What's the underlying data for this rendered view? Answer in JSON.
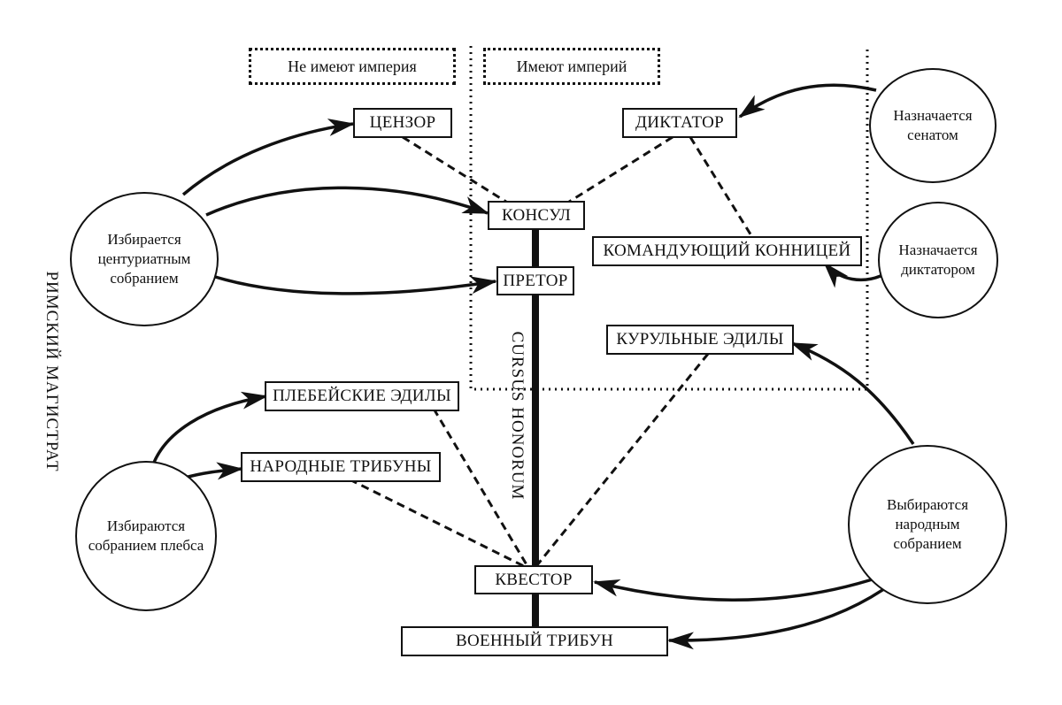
{
  "side_label": "РИМСКИЙ  МАГИСТРАТ",
  "cursus_label": "CURSUS HONORUM",
  "groups": {
    "no_imperium": "Не имеют империя",
    "imperium": "Имеют империй"
  },
  "offices": {
    "censor": "ЦЕНЗОР",
    "dictator": "ДИКТАТОР",
    "consul": "КОНСУЛ",
    "praetor": "ПРЕТОР",
    "magister_equitum": "КОМАНДУЮЩИЙ КОННИЦЕЙ",
    "curule_aediles": "КУРУЛЬНЫЕ ЭДИЛЫ",
    "plebeian_aediles": "ПЛЕБЕЙСКИЕ ЭДИЛЫ",
    "tribunes_plebs": "НАРОДНЫЕ ТРИБУНЫ",
    "quaestor": "КВЕСТОР",
    "military_tribune": "ВОЕННЫЙ ТРИБУН"
  },
  "electors": {
    "centuriate": "Избирается центуриатным собранием",
    "senate": "Назначается сенатом",
    "dictator": "Назначается диктатором",
    "plebs": "Избираются собранием плебса",
    "people": "Выбираются народным собранием"
  }
}
